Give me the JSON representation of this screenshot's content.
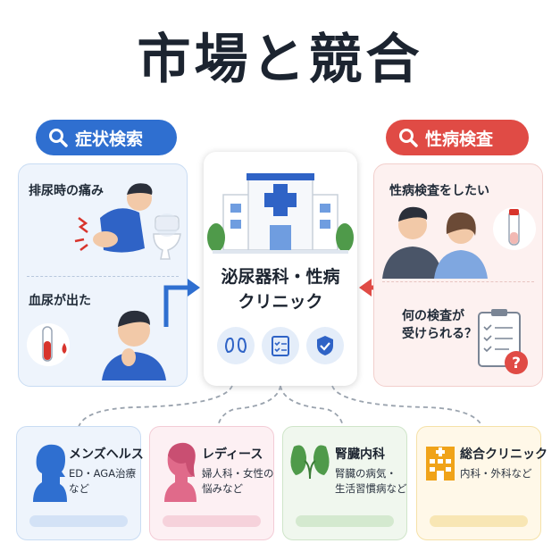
{
  "title": "市場と競合",
  "left_tag": {
    "label": "症状検索",
    "icon": "search-icon"
  },
  "right_tag": {
    "label": "性病検査",
    "icon": "search-icon"
  },
  "left_panel": {
    "item1": "排尿時の痛み",
    "item2": "血尿が出た"
  },
  "right_panel": {
    "item1": "性病検査をしたい",
    "item2_line1": "何の検査が",
    "item2_line2": "受けられる？"
  },
  "center": {
    "line1": "泌尿器科・性病",
    "line2": "クリニック",
    "icons": [
      "kidney-icon",
      "checklist-icon",
      "shield-check-icon"
    ]
  },
  "competitors": [
    {
      "title": "メンズヘルス",
      "sub1": "ED・AGA治療",
      "sub2": "など",
      "color": "#2f6fd0",
      "bg": "#eef4fc",
      "border": "#c9dcf3",
      "bar": "#d3e2f6"
    },
    {
      "title": "レディース",
      "sub1": "婦人科・女性の",
      "sub2": "悩みなど",
      "color": "#e06a8a",
      "bg": "#fdf0f3",
      "border": "#f3ccd6",
      "bar": "#f6d2db"
    },
    {
      "title": "腎臓内科",
      "sub1": "腎臓の病気・",
      "sub2": "生活習慣病など",
      "color": "#4f9a4a",
      "bg": "#f0f7ee",
      "border": "#cfe5c9",
      "bar": "#d4e9cf"
    },
    {
      "title": "総合クリニック",
      "sub1": "内科・外科など",
      "sub2": "",
      "color": "#f0a319",
      "bg": "#fff8e8",
      "border": "#f5e1a8",
      "bar": "#f8e6b4"
    }
  ],
  "colors": {
    "blue": "#2f6fd0",
    "red": "#e04b45"
  }
}
